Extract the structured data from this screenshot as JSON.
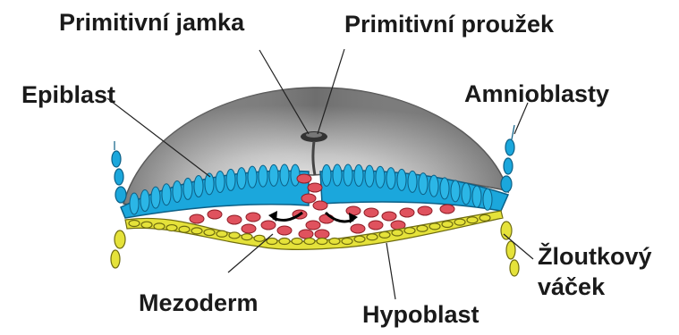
{
  "labels": {
    "primitive_pit": "Primitivní jamka",
    "primitive_streak": "Primitivní proužek",
    "epiblast": "Epiblast",
    "amnioblasts": "Amnioblasty",
    "yolk_sac_line1": "Žloutkový",
    "yolk_sac_line2": "váček",
    "mesoderm": "Mezoderm",
    "hypoblast": "Hypoblast"
  },
  "colors": {
    "epiblast": "#1ba7dc",
    "hypoblast": "#e5e23a",
    "mesoderm": "#e0525e",
    "amnion": "#9a9a9a"
  }
}
